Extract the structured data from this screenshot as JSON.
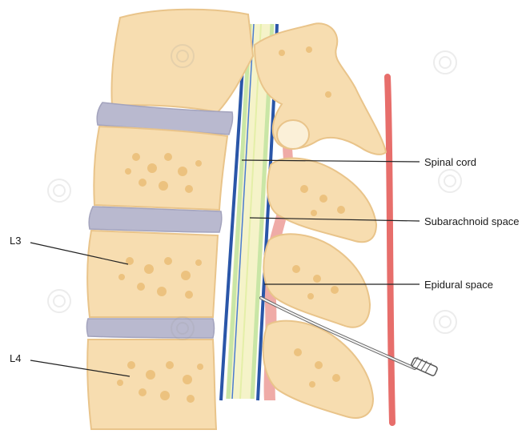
{
  "labels": {
    "spinal_cord": "Spinal cord",
    "subarachnoid": "Subarachnoid space",
    "epidural": "Epidural space",
    "l3": "L3",
    "l4": "L4"
  },
  "colors": {
    "bone": "#f7ddb0",
    "bone_outline": "#e9c48a",
    "bone_spots": "#ecc27f",
    "disc": "#b9b9cf",
    "disc_light": "#d6d6e4",
    "cord": "#f5f3c9",
    "cord_green": "#c9e6a6",
    "blue": "#2a56a8",
    "ligament": "#ec9c98",
    "skin_line": "#e76e6b",
    "needle": "#555555"
  }
}
